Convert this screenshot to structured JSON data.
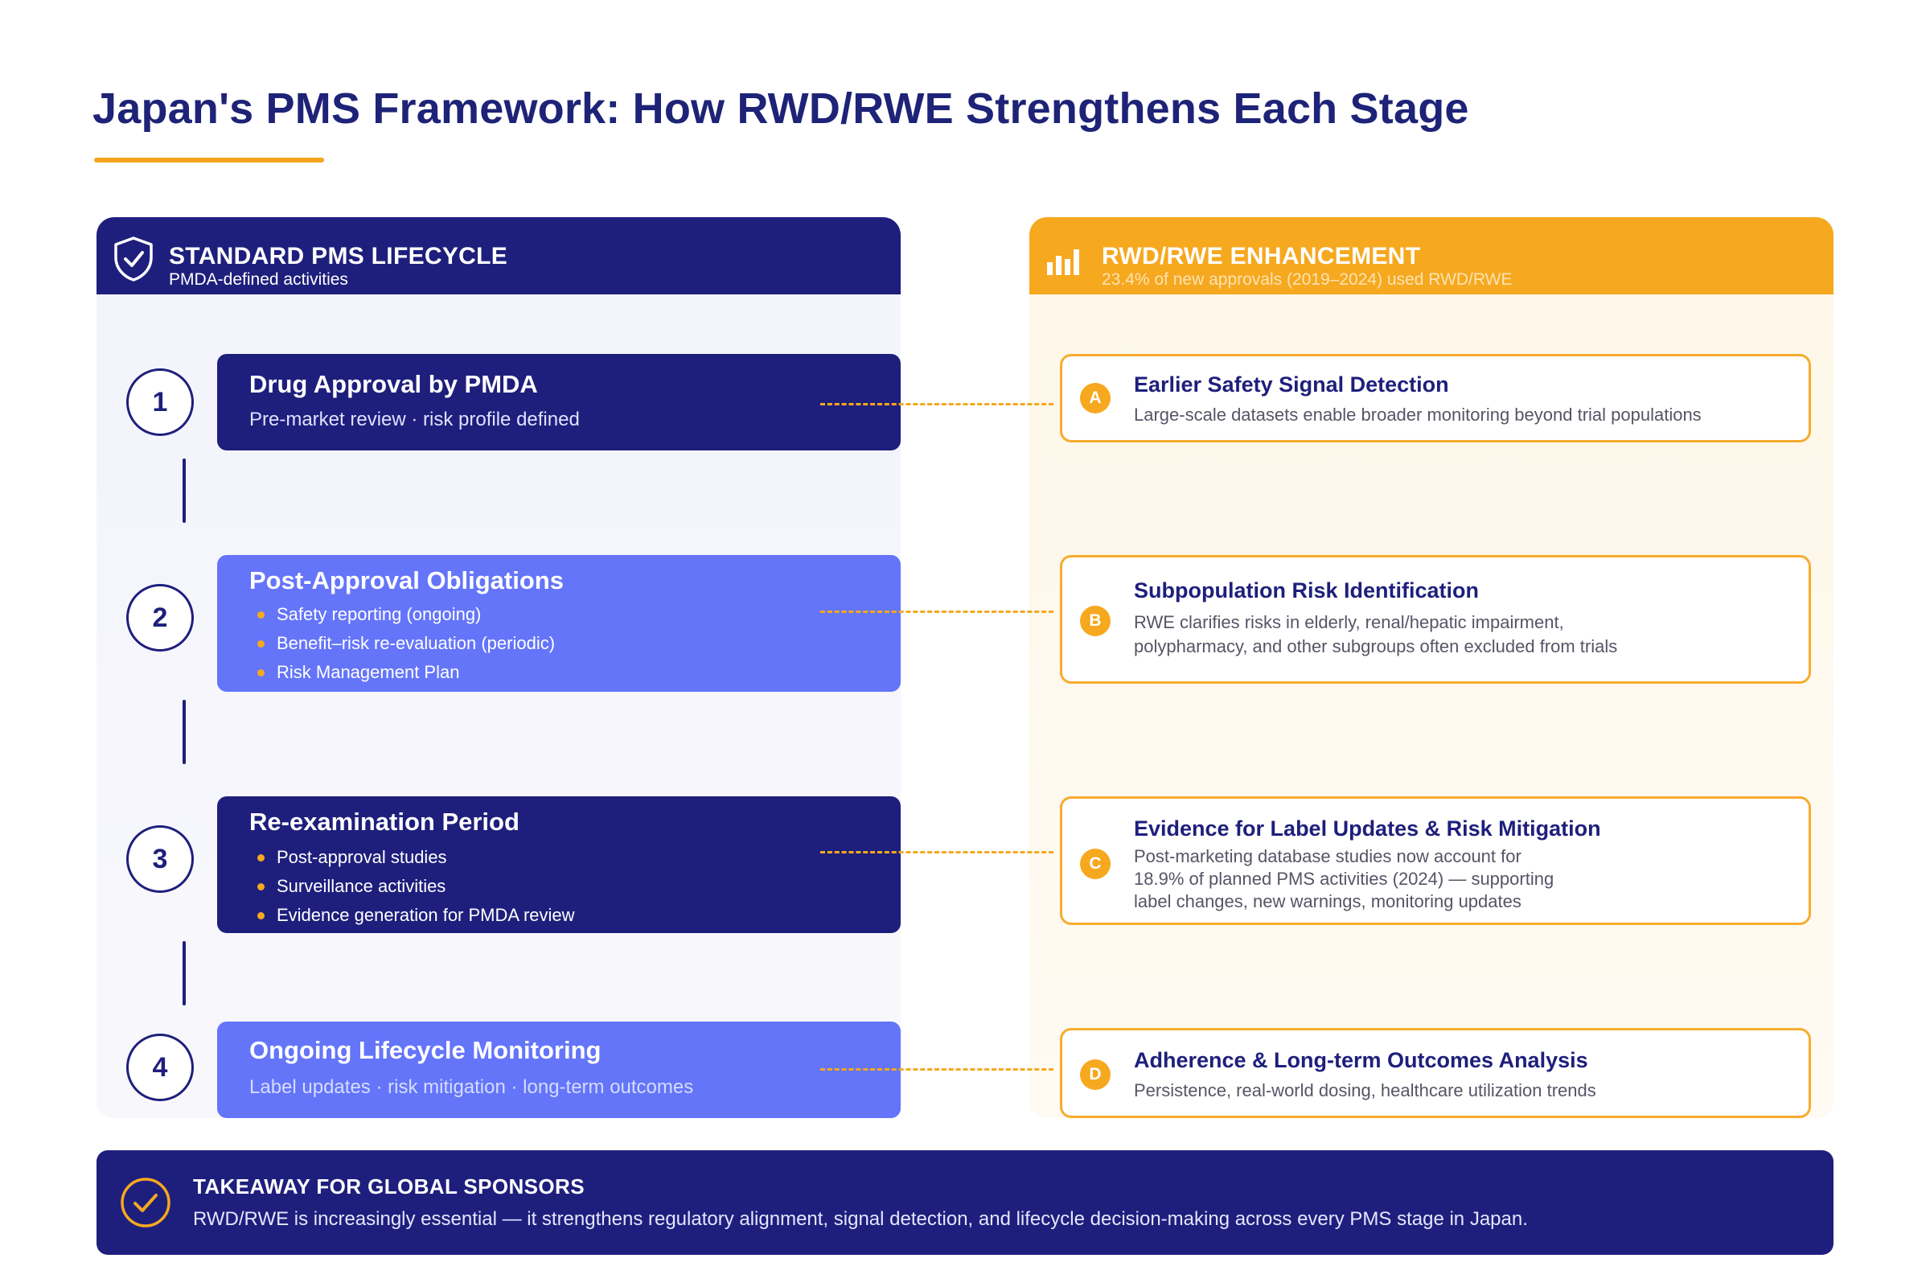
{
  "title": "Japan's PMS Framework: How RWD/RWE Strengthens Each Stage",
  "colors": {
    "navy": "#1e1f7c",
    "periwinkle": "#6475fa",
    "orange": "#f6a81f"
  },
  "left_panel": {
    "icon": "shield-check-icon",
    "title": "STANDARD PMS LIFECYCLE",
    "subtitle": "PMDA-defined activities",
    "steps": [
      {
        "number": "1",
        "title": "Drug Approval by PMDA",
        "subtitle": "Pre-market review · risk profile defined"
      },
      {
        "number": "2",
        "title": "Post-Approval Obligations",
        "bullets": [
          "Safety reporting (ongoing)",
          "Benefit–risk re-evaluation (periodic)",
          "Risk Management Plan"
        ]
      },
      {
        "number": "3",
        "title": "Re-examination Period",
        "bullets": [
          "Post-approval studies",
          "Surveillance activities",
          "Evidence generation for PMDA review"
        ]
      },
      {
        "number": "4",
        "title": "Ongoing Lifecycle Monitoring",
        "subtitle": "Label updates · risk mitigation · long-term outcomes"
      }
    ]
  },
  "right_panel": {
    "icon": "bar-chart-icon",
    "title": "RWD/RWE ENHANCEMENT",
    "subtitle": "23.4% of new approvals (2019–2024) used RWD/RWE",
    "items": [
      {
        "badge": "A",
        "title": "Earlier Safety Signal Detection",
        "description": "Large-scale datasets enable broader monitoring beyond trial populations"
      },
      {
        "badge": "B",
        "title": "Subpopulation Risk Identification",
        "description_lines": [
          "RWE clarifies risks in elderly, renal/hepatic impairment,",
          "polypharmacy, and other subgroups often excluded from trials"
        ]
      },
      {
        "badge": "C",
        "title": "Evidence for Label Updates & Risk Mitigation",
        "description_lines": [
          "Post-marketing database studies now account for",
          "18.9% of planned PMS activities (2024) — supporting",
          "label changes, new warnings, monitoring updates"
        ]
      },
      {
        "badge": "D",
        "title": "Adherence & Long-term Outcomes Analysis",
        "description": "Persistence, real-world dosing, healthcare utilization trends"
      }
    ]
  },
  "takeaway": {
    "icon": "check-circle-icon",
    "title": "TAKEAWAY FOR GLOBAL SPONSORS",
    "text": "RWD/RWE is increasingly essential — it strengthens regulatory alignment, signal detection, and lifecycle decision-making across every PMS stage in Japan."
  }
}
